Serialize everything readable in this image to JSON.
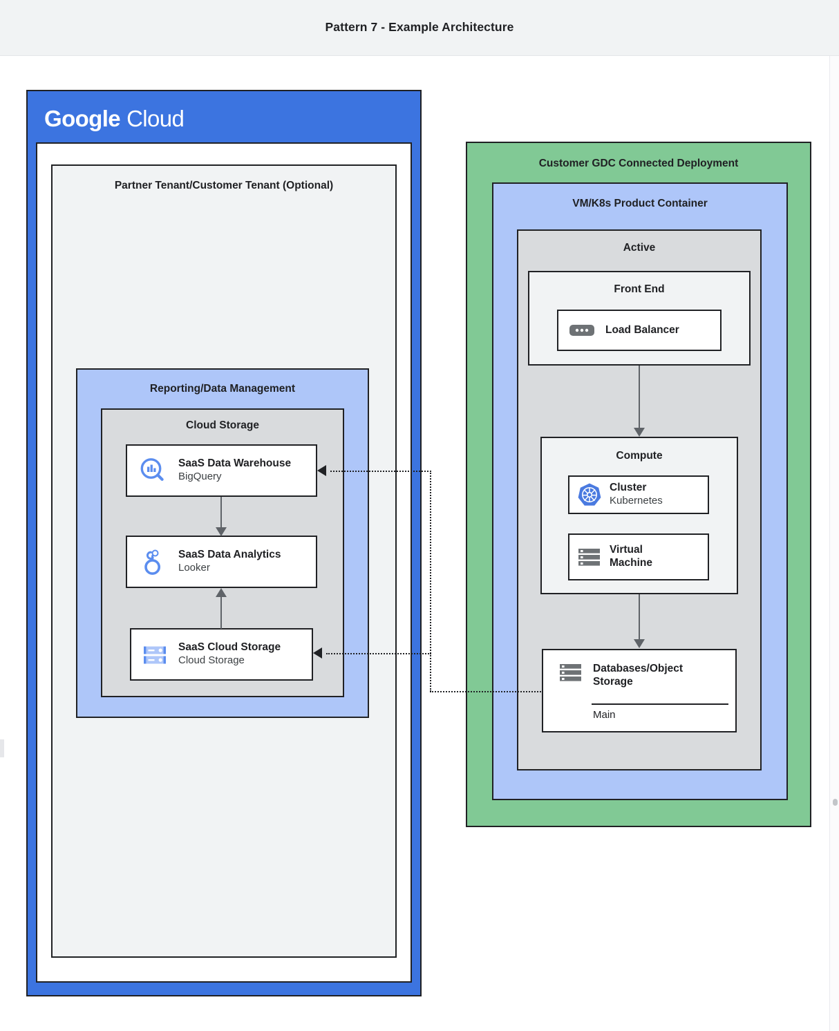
{
  "header": {
    "title": "Pattern 7 - Example Architecture"
  },
  "google_cloud": {
    "logo_primary": "Google",
    "logo_secondary": "Cloud",
    "tenant": {
      "title": "Partner Tenant/Customer Tenant (Optional)"
    },
    "reporting": {
      "title": "Reporting/Data Management",
      "cloud_storage": {
        "title": "Cloud Storage",
        "nodes": [
          {
            "icon": "bigquery-icon",
            "title": "SaaS Data Warehouse",
            "subtitle": "BigQuery"
          },
          {
            "icon": "looker-icon",
            "title": "SaaS Data Analytics",
            "subtitle": "Looker"
          },
          {
            "icon": "cloud-storage-icon",
            "title": "SaaS Cloud Storage",
            "subtitle": "Cloud Storage"
          }
        ]
      }
    }
  },
  "gdc": {
    "title": "Customer GDC Connected Deployment",
    "product_container": {
      "title": "VM/K8s Product Container"
    },
    "active": {
      "title": "Active"
    },
    "front_end": {
      "title": "Front End",
      "nodes": [
        {
          "icon": "load-balancer-icon",
          "title": "Load Balancer",
          "subtitle": ""
        }
      ]
    },
    "compute": {
      "title": "Compute",
      "nodes": [
        {
          "icon": "kubernetes-icon",
          "title": "Cluster",
          "subtitle": "Kubernetes"
        },
        {
          "icon": "virtual-machine-icon",
          "title": "Virtual\nMachine",
          "subtitle": ""
        }
      ]
    },
    "database": {
      "icon": "database-icon",
      "title": "Databases/Object Storage",
      "title_line1": "Databases/Object",
      "title_line2": "Storage",
      "instance_label": "Main"
    }
  },
  "colors": {
    "google_blue": "#3c74e0",
    "light_blue": "#aec6f9",
    "green": "#81c995",
    "gray": "#d9dbdd",
    "light_gray": "#f1f3f4",
    "stroke": "#202124",
    "arrow": "#5f6368"
  }
}
